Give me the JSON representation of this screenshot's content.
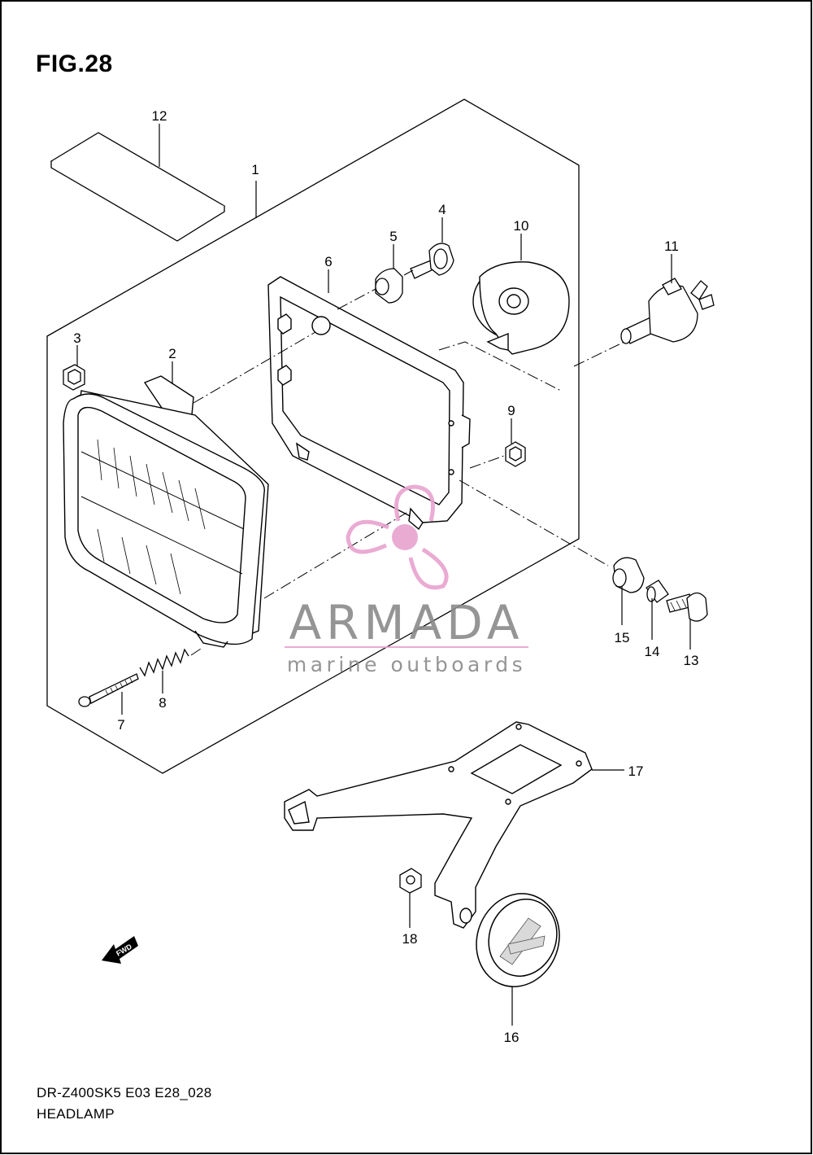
{
  "figure": {
    "title": "FIG.28",
    "model_code": "DR-Z400SK5 E03 E28_028",
    "section_name": "HEADLAMP"
  },
  "callouts": [
    "1",
    "2",
    "3",
    "4",
    "5",
    "6",
    "7",
    "8",
    "9",
    "10",
    "11",
    "12",
    "13",
    "14",
    "15",
    "16",
    "17",
    "18"
  ],
  "watermark": {
    "brand": "ARMADA",
    "tagline": "marine outboards",
    "colors": {
      "propeller": "#e8a3cf",
      "text": "#8a8a8a",
      "underline": "#e8a3cf"
    }
  },
  "direction_badge": {
    "label": "FWD",
    "icon": "arrow-left-icon"
  }
}
